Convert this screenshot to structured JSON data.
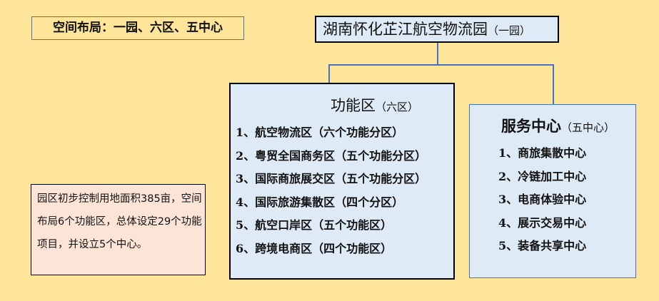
{
  "layout_tag": {
    "label": "空间布局：一园、六区、五中心"
  },
  "park": {
    "name": "湖南怀化芷江航空物流园",
    "suffix": "（一园）"
  },
  "function_zone": {
    "title": "功能区",
    "suffix": "（六区）",
    "items": [
      "1、航空物流区（六个功能分区）",
      "2、粤贸全国商务区（五个功能分区）",
      "3、国际商旅展交区（五个功能分区）",
      "4、国际旅游集散区（四个分区）",
      "5、航空口岸区（五个功能区）",
      "6、跨境电商区（四个功能区）"
    ]
  },
  "service_center": {
    "title": "服务中心",
    "suffix": "（五中心）",
    "items": [
      "1、商旅集散中心",
      "2、冷链加工中心",
      "3、电商体验中心",
      "4、展示交易中心",
      "5、装备共享中心"
    ]
  },
  "note": {
    "text": "园区初步控制用地面积385亩，空间布局6个功能区，总体设定29个功能项目，并设立5个中心。"
  },
  "colors": {
    "background": "#FFE599",
    "box_fill": "#DEEAF6",
    "note_fill": "#FCE4D6",
    "connector": "#4472C4"
  }
}
